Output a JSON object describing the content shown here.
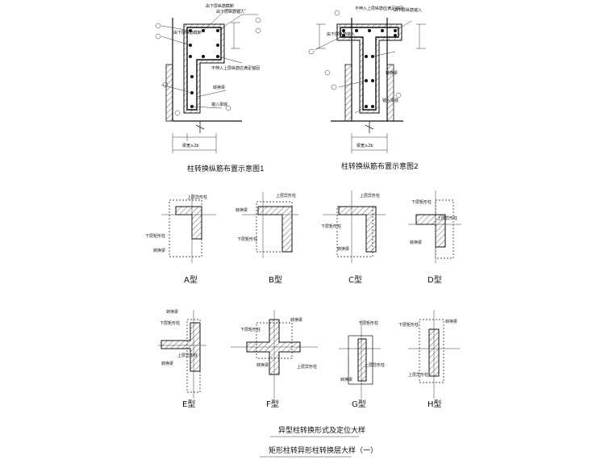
{
  "figures": {
    "fig1_caption": "柱转换纵筋布置示意图1",
    "fig2_caption": "柱转换纵筋布置示意图2"
  },
  "common_labels": {
    "upper_col": "上层异形柱",
    "lower_col": "下层矩形柱",
    "transfer_beam": "转换梁",
    "anchor_len": "锚入梁底",
    "side_lbl": "1",
    "section": "1"
  },
  "fig1_labels": {
    "a": "由下层纵筋截断",
    "b": "由下层纵筋锚入",
    "c": "不伸入上层纵筋应满足锚固",
    "d": "锚入",
    "e": "梁宽≥2b"
  },
  "fig2_labels": {
    "a": "不伸入上层纵筋应满足锚固",
    "b": "由下层纵筋锚入",
    "c": "锚入",
    "d": "梁宽≥2b"
  },
  "types": [
    "A型",
    "B型",
    "C型",
    "D型",
    "E型",
    "F型",
    "G型",
    "H型"
  ],
  "footer": {
    "title1": "异型柱转换形式及定位大样",
    "title2": "矩形柱转异形柱转换层大样（一）"
  }
}
